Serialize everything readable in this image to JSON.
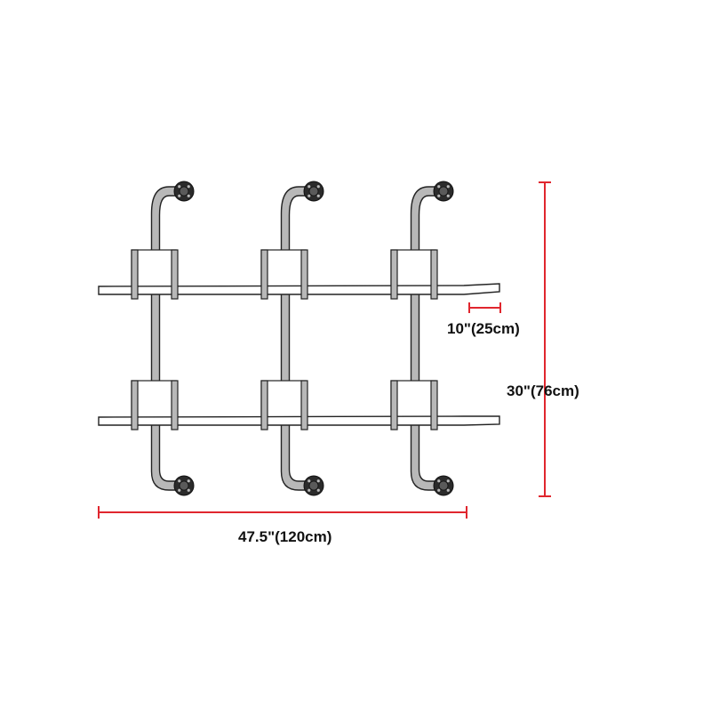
{
  "dimensions": {
    "depth": "10\"(25cm)",
    "height": "30\"(76cm)",
    "width": "47.5\"(120cm)"
  },
  "colors": {
    "dimension_line": "#e0262e",
    "pipe_fill": "#b8b8b8",
    "outline": "#222222",
    "flange": "#2b2b2b",
    "shelf": "#ffffff"
  },
  "product": {
    "shelves": 2,
    "pipe_columns": 3
  }
}
